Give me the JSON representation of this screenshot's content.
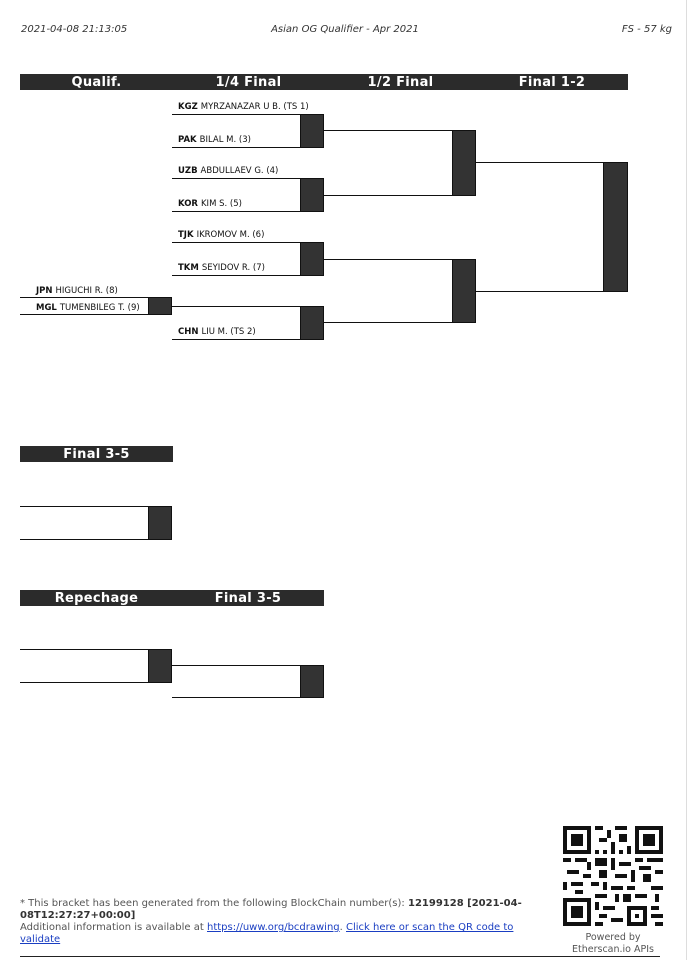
{
  "header": {
    "datetime": "2021-04-08 21:13:05",
    "event": "Asian OG Qualifier - Apr 2021",
    "category": "FS - 57 kg"
  },
  "rounds": {
    "qualif": "Qualif.",
    "quarter": "1/4 Final",
    "semi": "1/2 Final",
    "final": "Final 1-2"
  },
  "qualif_bout": [
    {
      "country": "JPN",
      "name": "HIGUCHI R. (8)"
    },
    {
      "country": "MGL",
      "name": "TUMENBILEG T. (9)"
    }
  ],
  "quarter_bouts": [
    {
      "country": "KGZ",
      "name": "MYRZANAZAR U B. (TS 1)"
    },
    {
      "country": "PAK",
      "name": "BILAL M. (3)"
    },
    {
      "country": "UZB",
      "name": "ABDULLAEV G. (4)"
    },
    {
      "country": "KOR",
      "name": "KIM S. (5)"
    },
    {
      "country": "TJK",
      "name": "IKROMOV M. (6)"
    },
    {
      "country": "TKM",
      "name": "SEYIDOV R. (7)"
    },
    {
      "country": "",
      "name": ""
    },
    {
      "country": "CHN",
      "name": "LIU M. (TS 2)"
    }
  ],
  "section_final35": "Final 3-5",
  "repechage": {
    "label": "Repechage",
    "final_label": "Final 3-5"
  },
  "footer": {
    "line1_prefix": "* This bracket has been generated from the following BlockChain number(s):",
    "block_ref": "12199128 [2021-04-08T12:27:27+00:00]",
    "line2_prefix": "Additional information is available at",
    "url": "https://uww.org/bcdrawing",
    "qr_text": "Click here or scan the QR code to validate"
  },
  "powered": {
    "line1": "Powered by",
    "line2": "Etherscan.io APIs"
  }
}
